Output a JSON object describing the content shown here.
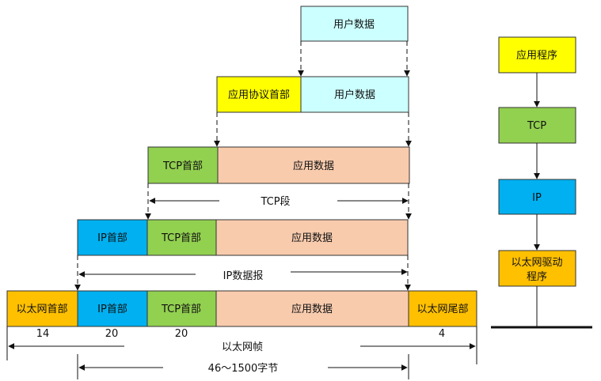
{
  "colors": {
    "user_data": "#ccffff",
    "app_header": "#ffff00",
    "tcp": "#92d050",
    "app_data": "#f8cbad",
    "ip": "#00b0f0",
    "ethernet": "#ffc000"
  },
  "left": {
    "row1": {
      "user_data": "用户数据"
    },
    "row2": {
      "app_protocol_header": "应用协议首部",
      "user_data": "用户数据"
    },
    "row3": {
      "tcp_header": "TCP首部",
      "app_data": "应用数据"
    },
    "tcp_segment_label": "TCP段",
    "row4": {
      "ip_header": "IP首部",
      "tcp_header": "TCP首部",
      "app_data": "应用数据"
    },
    "ip_datagram_label": "IP数据报",
    "row5": {
      "eth_header": "以太网首部",
      "ip_header": "IP首部",
      "tcp_header": "TCP首部",
      "app_data": "应用数据",
      "eth_trailer": "以太网尾部"
    },
    "sizes": {
      "eth_header": "14",
      "ip_header": "20",
      "tcp_header": "20",
      "eth_trailer": "4"
    },
    "ethernet_frame_label": "以太网帧",
    "payload_range_label": "46～1500字节"
  },
  "right": {
    "layers": [
      {
        "label": "应用程序"
      },
      {
        "label": "TCP"
      },
      {
        "label": "IP"
      },
      {
        "label_line1": "以太网驱动",
        "label_line2": "程序"
      }
    ]
  }
}
